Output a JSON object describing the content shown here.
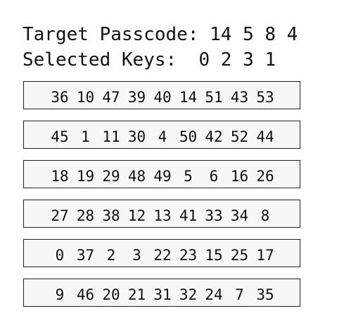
{
  "header": {
    "target_label": "Target Passcode:",
    "target_digits": "14 5 8 4",
    "selected_label": "Selected Keys:",
    "selected_digits": "0 2 3 1"
  },
  "keypad": {
    "rows": [
      [
        "36",
        "10",
        "47",
        "39",
        "40",
        "14",
        "51",
        "43",
        "53"
      ],
      [
        "45",
        "1",
        "11",
        "30",
        "4",
        "50",
        "42",
        "52",
        "44"
      ],
      [
        "18",
        "19",
        "29",
        "48",
        "49",
        "5",
        "6",
        "16",
        "26"
      ],
      [
        "27",
        "28",
        "38",
        "12",
        "13",
        "41",
        "33",
        "34",
        "8"
      ],
      [
        "0",
        "37",
        "2",
        "3",
        "22",
        "23",
        "15",
        "25",
        "17"
      ],
      [
        "9",
        "46",
        "20",
        "21",
        "31",
        "32",
        "24",
        "7",
        "35"
      ]
    ]
  }
}
